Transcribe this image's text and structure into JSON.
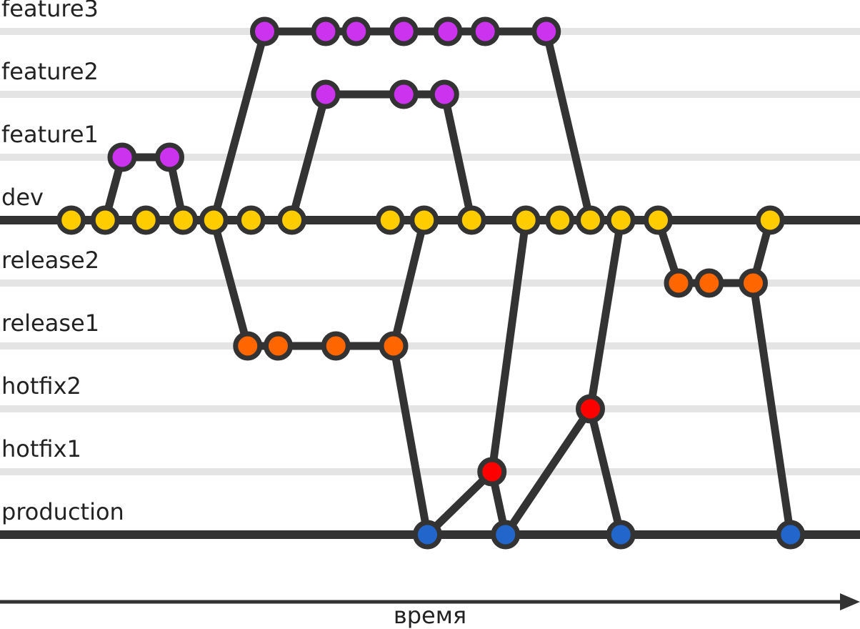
{
  "diagram": {
    "time_axis_label": "время",
    "branches": [
      {
        "name": "feature3",
        "color": "#cc33ee",
        "trunk": false
      },
      {
        "name": "feature2",
        "color": "#cc33ee",
        "trunk": false
      },
      {
        "name": "feature1",
        "color": "#cc33ee",
        "trunk": false
      },
      {
        "name": "dev",
        "color": "#ffcc00",
        "trunk": true
      },
      {
        "name": "release2",
        "color": "#ff6600",
        "trunk": false
      },
      {
        "name": "release1",
        "color": "#ff6600",
        "trunk": false
      },
      {
        "name": "hotfix2",
        "color": "#ff0000",
        "trunk": false
      },
      {
        "name": "hotfix1",
        "color": "#ff0000",
        "trunk": false
      },
      {
        "name": "production",
        "color": "#2266cc",
        "trunk": true
      }
    ],
    "commits": [
      {
        "id": "d1",
        "lane": 3,
        "t": 1.05
      },
      {
        "id": "d2",
        "lane": 3,
        "t": 1.55
      },
      {
        "id": "d3",
        "lane": 3,
        "t": 2.15
      },
      {
        "id": "d4",
        "lane": 3,
        "t": 2.7
      },
      {
        "id": "d5",
        "lane": 3,
        "t": 3.15
      },
      {
        "id": "d6",
        "lane": 3,
        "t": 3.7
      },
      {
        "id": "d7",
        "lane": 3,
        "t": 4.3
      },
      {
        "id": "d8",
        "lane": 3,
        "t": 5.75
      },
      {
        "id": "d9",
        "lane": 3,
        "t": 6.25
      },
      {
        "id": "d10",
        "lane": 3,
        "t": 6.95
      },
      {
        "id": "d11",
        "lane": 3,
        "t": 7.75
      },
      {
        "id": "d12",
        "lane": 3,
        "t": 8.25
      },
      {
        "id": "d13",
        "lane": 3,
        "t": 8.7
      },
      {
        "id": "d14",
        "lane": 3,
        "t": 9.15
      },
      {
        "id": "d15",
        "lane": 3,
        "t": 9.7
      },
      {
        "id": "d16",
        "lane": 3,
        "t": 11.35
      },
      {
        "id": "f1a",
        "lane": 2,
        "t": 1.8
      },
      {
        "id": "f1b",
        "lane": 2,
        "t": 2.5
      },
      {
        "id": "f2a",
        "lane": 1,
        "t": 4.8
      },
      {
        "id": "f2b",
        "lane": 1,
        "t": 5.95
      },
      {
        "id": "f2c",
        "lane": 1,
        "t": 6.55
      },
      {
        "id": "f3a",
        "lane": 0,
        "t": 3.9
      },
      {
        "id": "f3b",
        "lane": 0,
        "t": 4.8
      },
      {
        "id": "f3c",
        "lane": 0,
        "t": 5.25
      },
      {
        "id": "f3d",
        "lane": 0,
        "t": 5.95
      },
      {
        "id": "f3e",
        "lane": 0,
        "t": 6.6
      },
      {
        "id": "f3f",
        "lane": 0,
        "t": 7.15
      },
      {
        "id": "f3g",
        "lane": 0,
        "t": 8.05
      },
      {
        "id": "r1a",
        "lane": 5,
        "t": 3.65
      },
      {
        "id": "r1b",
        "lane": 5,
        "t": 4.1
      },
      {
        "id": "r1c",
        "lane": 5,
        "t": 4.95
      },
      {
        "id": "r1d",
        "lane": 5,
        "t": 5.8
      },
      {
        "id": "r2a",
        "lane": 4,
        "t": 10.0
      },
      {
        "id": "r2b",
        "lane": 4,
        "t": 10.45
      },
      {
        "id": "r2c",
        "lane": 4,
        "t": 11.1
      },
      {
        "id": "h1",
        "lane": 7,
        "t": 7.25
      },
      {
        "id": "h2",
        "lane": 6,
        "t": 8.7
      },
      {
        "id": "p1",
        "lane": 8,
        "t": 6.3
      },
      {
        "id": "p2",
        "lane": 8,
        "t": 7.45
      },
      {
        "id": "p3",
        "lane": 8,
        "t": 9.15
      },
      {
        "id": "p4",
        "lane": 8,
        "t": 11.65
      }
    ],
    "links": [
      [
        "d2",
        "f1a"
      ],
      [
        "f1a",
        "f1b"
      ],
      [
        "f1b",
        "d4"
      ],
      [
        "d5",
        "f3a"
      ],
      [
        "f3a",
        "f3b"
      ],
      [
        "f3b",
        "f3c"
      ],
      [
        "f3c",
        "f3d"
      ],
      [
        "f3d",
        "f3e"
      ],
      [
        "f3e",
        "f3f"
      ],
      [
        "f3f",
        "f3g"
      ],
      [
        "f3g",
        "d13"
      ],
      [
        "d7",
        "f2a"
      ],
      [
        "f2a",
        "f2b"
      ],
      [
        "f2b",
        "f2c"
      ],
      [
        "f2c",
        "d10"
      ],
      [
        "d5",
        "r1a"
      ],
      [
        "r1a",
        "r1b"
      ],
      [
        "r1b",
        "r1c"
      ],
      [
        "r1c",
        "r1d"
      ],
      [
        "r1d",
        "d9"
      ],
      [
        "r1d",
        "p1"
      ],
      [
        "p1",
        "h1"
      ],
      [
        "h1",
        "d11"
      ],
      [
        "h1",
        "p2"
      ],
      [
        "p2",
        "h2"
      ],
      [
        "h2",
        "d14"
      ],
      [
        "h2",
        "p3"
      ],
      [
        "d15",
        "r2a"
      ],
      [
        "r2a",
        "r2b"
      ],
      [
        "r2b",
        "r2c"
      ],
      [
        "r2c",
        "d16"
      ],
      [
        "r2c",
        "p4"
      ]
    ]
  }
}
